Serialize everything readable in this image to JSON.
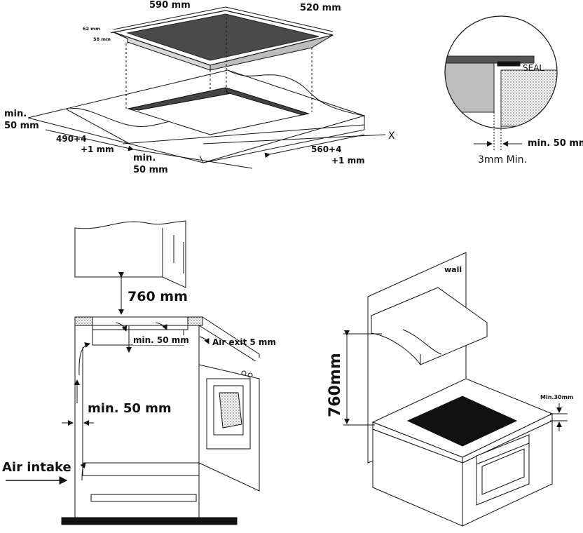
{
  "hob_install": {
    "width_label": "590 mm",
    "depth_label": "520 mm",
    "thickness_top": "62 mm",
    "thickness_bottom": "58 mm",
    "min_back_1": "min.",
    "min_back_2": "50 mm",
    "cutout_depth_1": "490+4",
    "cutout_depth_2": "+1 mm",
    "min_front_1": "min.",
    "min_front_2": "50 mm",
    "cutout_width_1": "560+4",
    "cutout_width_2": "+1 mm",
    "x_marker": "X"
  },
  "seal_detail": {
    "seal_label": "SEAL",
    "min_gap_label": "min. 50 mm",
    "clearance_label": "3mm Min."
  },
  "ventilation": {
    "height_label": "760 mm",
    "min_top_label": "min. 50 mm",
    "air_exit_label": "Air exit 5 mm",
    "min_side_label": "min. 50 mm",
    "air_intake_label": "Air intake"
  },
  "wall_mount": {
    "wall_label": "wall",
    "height_label": "760mm",
    "min_gap_label": "Min.30mm"
  }
}
